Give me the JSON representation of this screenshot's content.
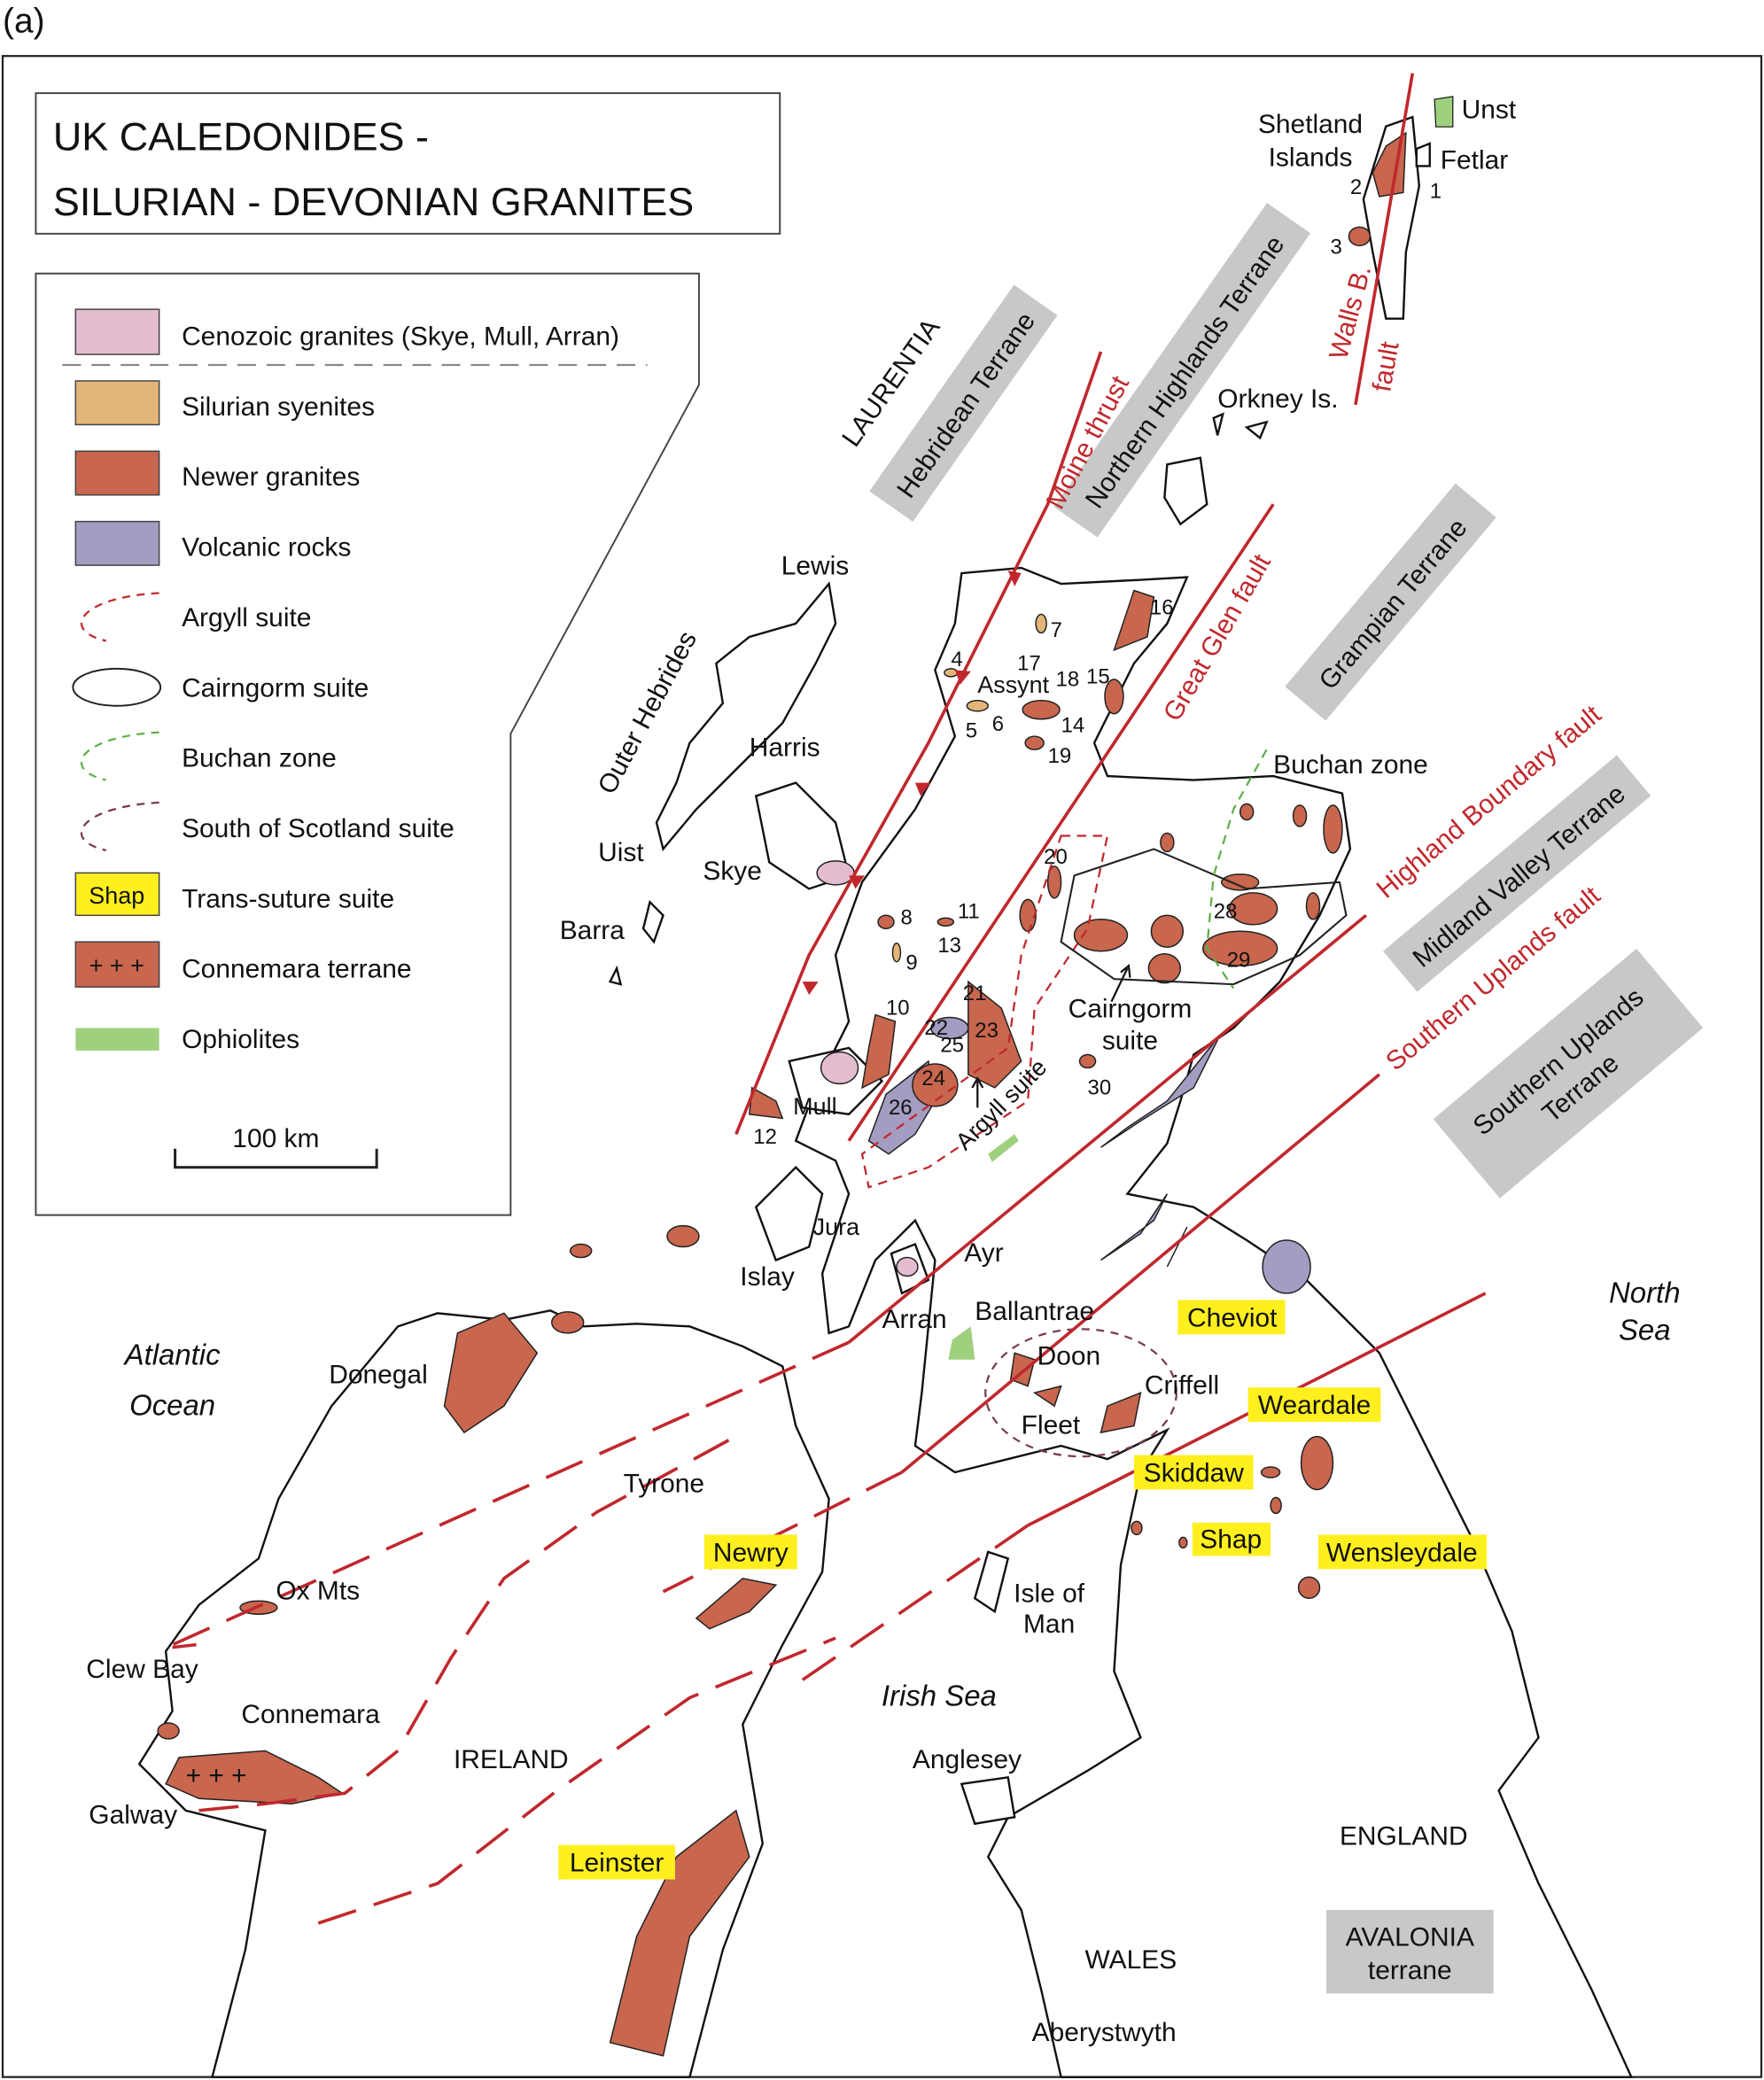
{
  "panel_label": "(a)",
  "title": {
    "line1": "UK CALEDONIDES -",
    "line2": "SILURIAN - DEVONIAN GRANITES"
  },
  "colors": {
    "cenozoic": "#e4bcd0",
    "syenite": "#e3b677",
    "newer_granite": "#c8664e",
    "volcanic": "#a59cc2",
    "argyll": "#c0282d",
    "cairngorm": "#222222",
    "buchan": "#5fb04a",
    "south_scotland": "#7a3b4f",
    "trans_suture": "#ffef1f",
    "ophiolite": "#9fd07e",
    "fault": "#c0282d",
    "terrane_box": "#c8c8c8"
  },
  "legend": {
    "items": [
      {
        "label": "Cenozoic granites (Skye, Mull, Arran)",
        "symbol": "pink-fill"
      },
      {
        "label": "Silurian syenites",
        "symbol": "orange-fill"
      },
      {
        "label": "Newer granites",
        "symbol": "red-fill"
      },
      {
        "label": "Volcanic rocks",
        "symbol": "purple-fill"
      },
      {
        "label": "Argyll suite",
        "symbol": "red-dashed-outline"
      },
      {
        "label": "Cairngorm suite",
        "symbol": "black-solid-outline"
      },
      {
        "label": "Buchan zone",
        "symbol": "green-dashed-outline"
      },
      {
        "label": "South of Scotland suite",
        "symbol": "maroon-dashed-outline"
      },
      {
        "label": "Trans-suture suite",
        "symbol": "yellow-highlight"
      },
      {
        "label": "Connemara terrane",
        "symbol": "red-fill-crosses"
      },
      {
        "label": "Ophiolites",
        "symbol": "green-fill"
      }
    ],
    "shap_swatch_text": "Shap",
    "connemara_swatch_text": "+ + +",
    "scale_label": "100 km"
  },
  "terranes": {
    "laurentia": "LAURENTIA",
    "hebridean": "Hebridean Terrane",
    "northern_highlands": "Northern Highlands Terrane",
    "grampian": "Grampian Terrane",
    "midland_valley": "Midland Valley Terrane",
    "southern_uplands_1": "Southern Uplands",
    "southern_uplands_2": "Terrane",
    "avalonia_1": "AVALONIA",
    "avalonia_2": "terrane"
  },
  "faults": {
    "walls_b": "Walls B.",
    "walls_b_2": "fault",
    "moine": "Moine thrust",
    "great_glen": "Great Glen fault",
    "highland_boundary": "Highland Boundary fault",
    "southern_uplands": "Southern Uplands fault"
  },
  "places": {
    "shetland_1": "Shetland",
    "shetland_2": "Islands",
    "unst": "Unst",
    "fetlar": "Fetlar",
    "orkney": "Orkney Is.",
    "lewis": "Lewis",
    "outer_hebrides": "Outer Hebrides",
    "harris": "Harris",
    "uist": "Uist",
    "skye": "Skye",
    "barra": "Barra",
    "assynt": "Assynt",
    "buchan_zone": "Buchan zone",
    "mull": "Mull",
    "cairngorm_1": "Cairngorm",
    "cairngorm_2": "suite",
    "argyll_suite": "Argyll suite",
    "jura": "Jura",
    "islay": "Islay",
    "ayr": "Ayr",
    "arran": "Arran",
    "ballantrae": "Ballantrae",
    "doon": "Doon",
    "criffell": "Criffell",
    "fleet": "Fleet",
    "donegal": "Donegal",
    "tyrone": "Tyrone",
    "ox_mts": "Ox Mts",
    "clew_bay": "Clew Bay",
    "connemara": "Connemara",
    "galway": "Galway",
    "ireland": "IRELAND",
    "isle_of_man_1": "Isle of",
    "isle_of_man_2": "Man",
    "anglesey": "Anglesey",
    "england": "ENGLAND",
    "wales": "WALES",
    "aberystwyth": "Aberystwyth"
  },
  "seas": {
    "atlantic_1": "Atlantic",
    "atlantic_2": "Ocean",
    "north_1": "North",
    "north_2": "Sea",
    "irish": "Irish Sea"
  },
  "trans_suture": [
    "Cheviot",
    "Weardale",
    "Skiddaw",
    "Shap",
    "Wensleydale",
    "Newry",
    "Leinster"
  ],
  "granite_numbers": [
    "1",
    "2",
    "3",
    "4",
    "5",
    "6",
    "7",
    "8",
    "9",
    "10",
    "11",
    "12",
    "13",
    "14",
    "15",
    "16",
    "17",
    "18",
    "19",
    "20",
    "21",
    "22",
    "23",
    "24",
    "25",
    "26",
    "28",
    "29",
    "30"
  ]
}
